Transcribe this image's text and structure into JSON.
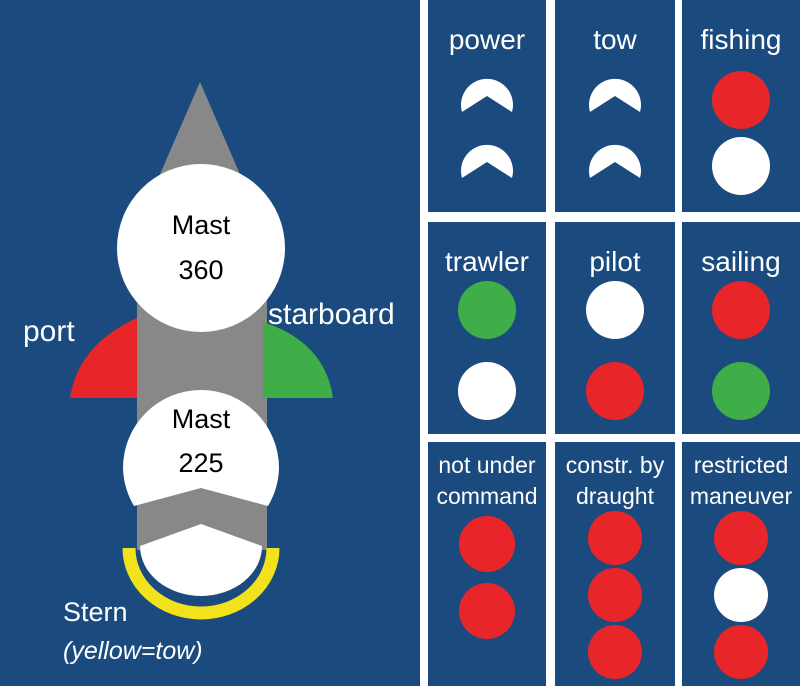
{
  "boat": {
    "masthead_top_label": "Mast",
    "masthead_top_value": "360",
    "masthead_bottom_label": "Mast",
    "masthead_bottom_value": "225",
    "port_label": "port",
    "starboard_label": "starboard",
    "stern_label": "Stern",
    "stern_note": "(yellow=tow)",
    "colors": {
      "hull": "#888888",
      "port": "#e8262a",
      "starboard": "#3fae49",
      "mast": "#ffffff",
      "tow": "#f1e21c"
    }
  },
  "vessels": [
    {
      "name": "power",
      "title_lines": [
        "power"
      ],
      "lights": [
        "white-chevron",
        "white-chevron"
      ]
    },
    {
      "name": "tow",
      "title_lines": [
        "tow"
      ],
      "lights": [
        "white-chevron",
        "white-chevron"
      ]
    },
    {
      "name": "fishing",
      "title_lines": [
        "fishing"
      ],
      "lights": [
        "red",
        "white"
      ]
    },
    {
      "name": "trawler",
      "title_lines": [
        "trawler"
      ],
      "lights": [
        "green",
        "white"
      ]
    },
    {
      "name": "pilot",
      "title_lines": [
        "pilot"
      ],
      "lights": [
        "white",
        "red"
      ]
    },
    {
      "name": "sailing",
      "title_lines": [
        "sailing"
      ],
      "lights": [
        "red",
        "green"
      ]
    },
    {
      "name": "not under command",
      "title_lines": [
        "not under",
        "command"
      ],
      "lights": [
        "red",
        "red"
      ]
    },
    {
      "name": "constr. by draught",
      "title_lines": [
        "constr. by",
        "draught"
      ],
      "lights": [
        "red",
        "red",
        "red"
      ]
    },
    {
      "name": "restricted maneuver",
      "title_lines": [
        "restricted",
        "maneuver"
      ],
      "lights": [
        "red",
        "white",
        "red"
      ]
    }
  ],
  "light_colors": {
    "red": "#e8262a",
    "green": "#3fae49",
    "white": "#ffffff"
  }
}
